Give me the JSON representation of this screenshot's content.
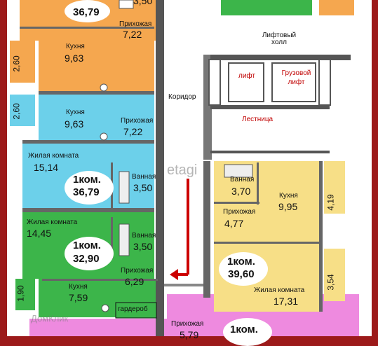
{
  "apartments": [
    {
      "id": "top",
      "area": "36,79",
      "rooms": [
        {
          "name": "Прихожая",
          "area": "7,22"
        },
        {
          "name": "",
          "area": "3,50"
        }
      ]
    },
    {
      "id": "orange",
      "rooms": [
        {
          "name": "Кухня",
          "area": "9,63"
        }
      ],
      "balcony": "2,60"
    },
    {
      "id": "blue",
      "area": "36,79",
      "type": "1ком.",
      "rooms": [
        {
          "name": "Кухня",
          "area": "9,63"
        },
        {
          "name": "Прихожая",
          "area": "7,22"
        },
        {
          "name": "Жилая комната",
          "area": "15,14"
        },
        {
          "name": "Ванная",
          "area": "3,50"
        }
      ],
      "balcony": "2,60"
    },
    {
      "id": "green",
      "area": "32,90",
      "type": "1ком.",
      "rooms": [
        {
          "name": "Жилая комната",
          "area": "14,45"
        },
        {
          "name": "Ванная",
          "area": "3,50"
        },
        {
          "name": "Прихожая",
          "area": "6,29"
        },
        {
          "name": "Кухня",
          "area": "7,59"
        },
        {
          "name": "гардероб",
          "area": ""
        }
      ],
      "balcony": "1,90"
    },
    {
      "id": "yellow",
      "area": "39,60",
      "type": "1ком.",
      "rooms": [
        {
          "name": "Ванная",
          "area": "3,70"
        },
        {
          "name": "Кухня",
          "area": "9,95"
        },
        {
          "name": "Прихожая",
          "area": "4,77"
        },
        {
          "name": "Жилая комната",
          "area": "17,31"
        }
      ],
      "balcony_1": "4,19",
      "balcony_2": "3,54"
    },
    {
      "id": "pink",
      "type": "1ком.",
      "rooms": [
        {
          "name": "Прихожая",
          "area": "5,79"
        }
      ]
    }
  ],
  "common": {
    "lift_hall": "Лифтовый холл",
    "corridor": "Коридор",
    "lift": "лифт",
    "freight_lift": "Грузовой лифт",
    "stairs": "Лестница"
  },
  "watermarks": {
    "logo": "ДомКлик",
    "site": "etagi"
  },
  "colors": {
    "background": "#9c1a1a",
    "orange": "#f5a74f",
    "blue": "#6cd0ea",
    "green": "#3cb54a",
    "yellow": "#f7df87",
    "pink": "#ee8adf",
    "wall": "#ffffff",
    "arrow": "#cc0000"
  }
}
